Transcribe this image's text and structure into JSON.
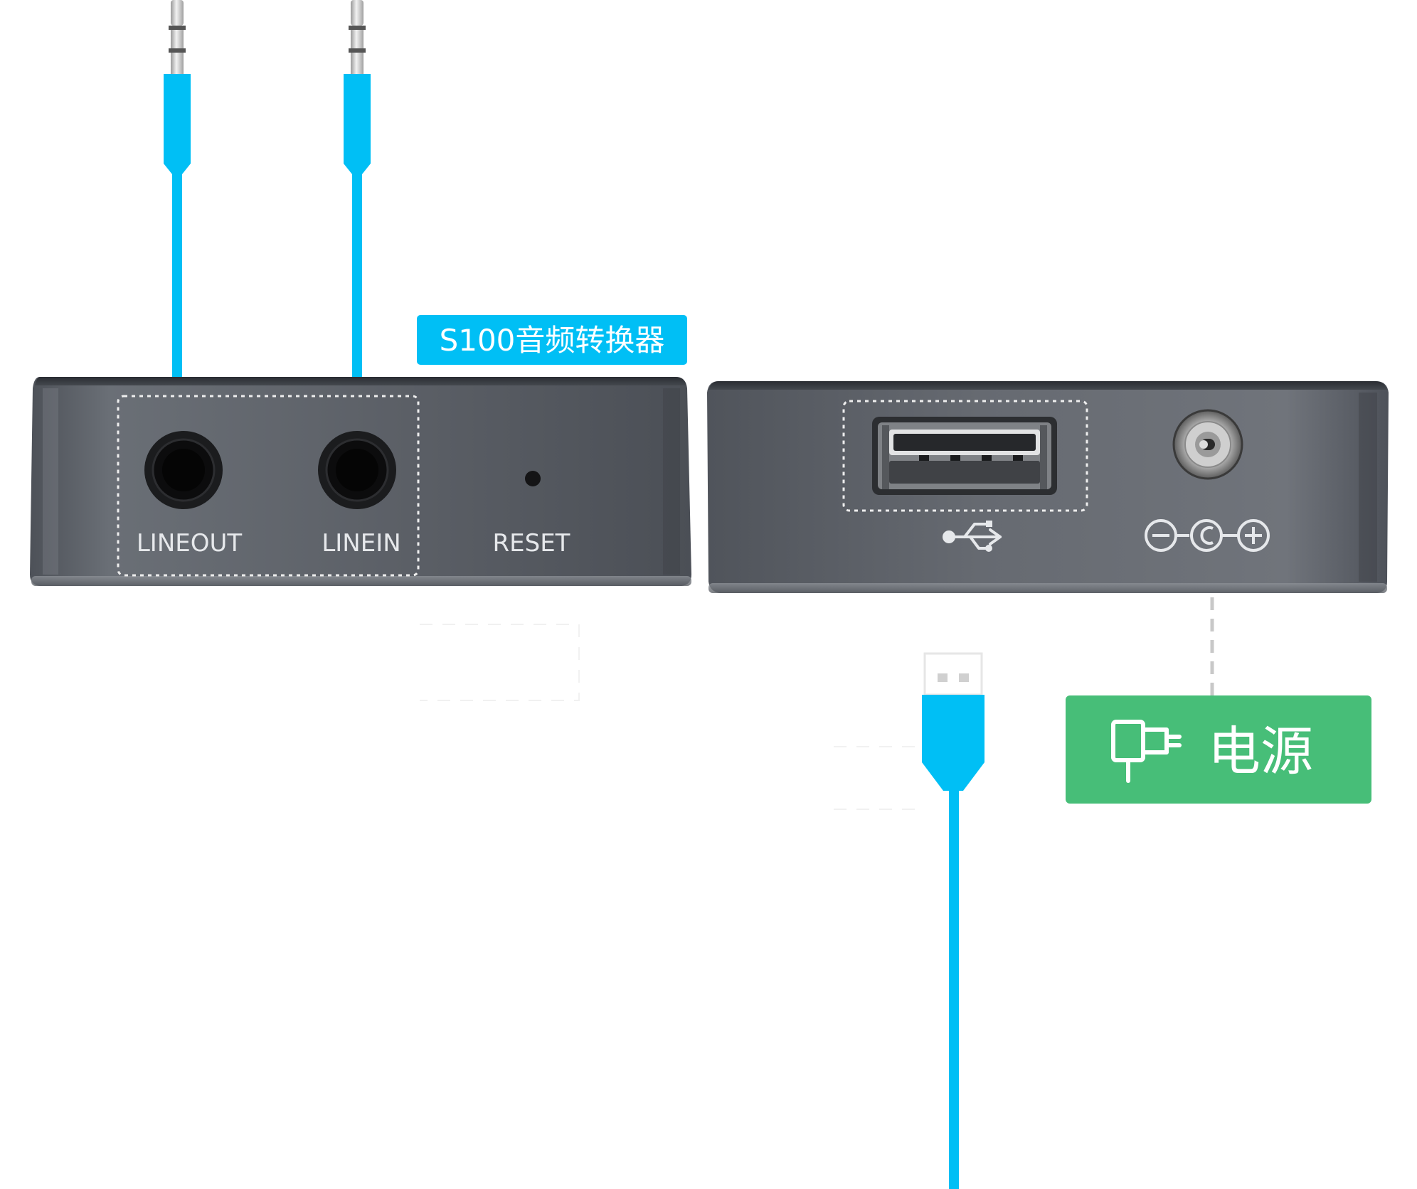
{
  "device_label": "S100音频转换器",
  "left_panel": {
    "ports": [
      {
        "name": "line-out",
        "label": "LINEOUT"
      },
      {
        "name": "line-in",
        "label": "LINEIN"
      }
    ],
    "reset_label": "RESET"
  },
  "right_panel": {
    "usb_icon": "usb-icon",
    "dc_polarity_icon": "dc-polarity-icon"
  },
  "power_badge": {
    "label": "电源",
    "icon": "power-plug-icon"
  },
  "colors": {
    "cable_blue": "#00BFF5",
    "power_green": "#47BE78",
    "device_gray": "#5F646C",
    "label_text": "#E6E8EB"
  }
}
